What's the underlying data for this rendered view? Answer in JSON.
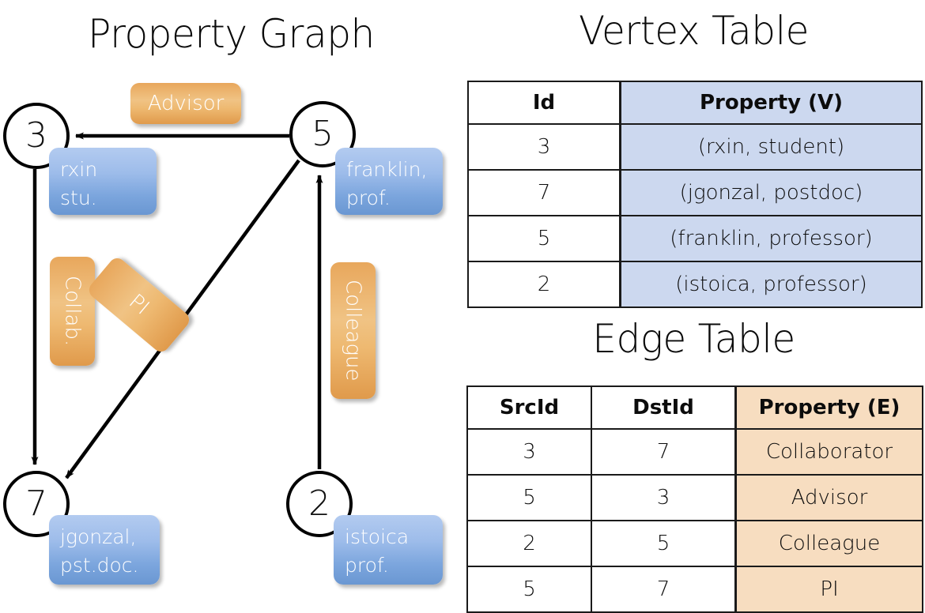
{
  "titles": {
    "property_graph": "Property Graph",
    "vertex_table": "Vertex Table",
    "edge_table": "Edge Table"
  },
  "graph": {
    "nodes": [
      {
        "id": "3",
        "property": "rxin\nstu."
      },
      {
        "id": "5",
        "property": "franklin,\nprof."
      },
      {
        "id": "7",
        "property": "jgonzal,\npst.doc."
      },
      {
        "id": "2",
        "property": "istoica\nprof."
      }
    ],
    "node_labels": {
      "n3": "3",
      "n5": "5",
      "n7": "7",
      "n2": "2"
    },
    "property_boxes": {
      "rxin_line1": "rxin",
      "rxin_line2": "stu.",
      "franklin_line1": "franklin,",
      "franklin_line2": "prof.",
      "jgonzal_line1": "jgonzal,",
      "jgonzal_line2": "pst.doc.",
      "istoica_line1": "istoica",
      "istoica_line2": "prof."
    },
    "edge_labels": {
      "advisor": "Advisor",
      "collab": "Collab.",
      "pi": "PI",
      "colleague": "Colleague"
    },
    "edges": [
      {
        "from": "5",
        "to": "3",
        "label": "Advisor"
      },
      {
        "from": "3",
        "to": "7",
        "label": "Collab."
      },
      {
        "from": "5",
        "to": "7",
        "label": "PI"
      },
      {
        "from": "2",
        "to": "5",
        "label": "Colleague"
      }
    ]
  },
  "vertex_table": {
    "headers": [
      "Id",
      "Property (V)"
    ],
    "rows": [
      {
        "id": "3",
        "property": "(rxin, student)"
      },
      {
        "id": "7",
        "property": "(jgonzal, postdoc)"
      },
      {
        "id": "5",
        "property": "(franklin, professor)"
      },
      {
        "id": "2",
        "property": "(istoica, professor)"
      }
    ]
  },
  "edge_table": {
    "headers": [
      "SrcId",
      "DstId",
      "Property (E)"
    ],
    "rows": [
      {
        "src": "3",
        "dst": "7",
        "property": "Collaborator"
      },
      {
        "src": "5",
        "dst": "3",
        "property": "Advisor"
      },
      {
        "src": "2",
        "dst": "5",
        "property": "Colleague"
      },
      {
        "src": "5",
        "dst": "7",
        "property": "PI"
      }
    ]
  },
  "colors": {
    "vertex_property_fill": "#ccd8ef",
    "edge_property_fill": "#f7ddc0",
    "node_box_blue": "#7ba5dd",
    "edge_label_orange": "#e8a75c",
    "stroke": "#000000"
  }
}
